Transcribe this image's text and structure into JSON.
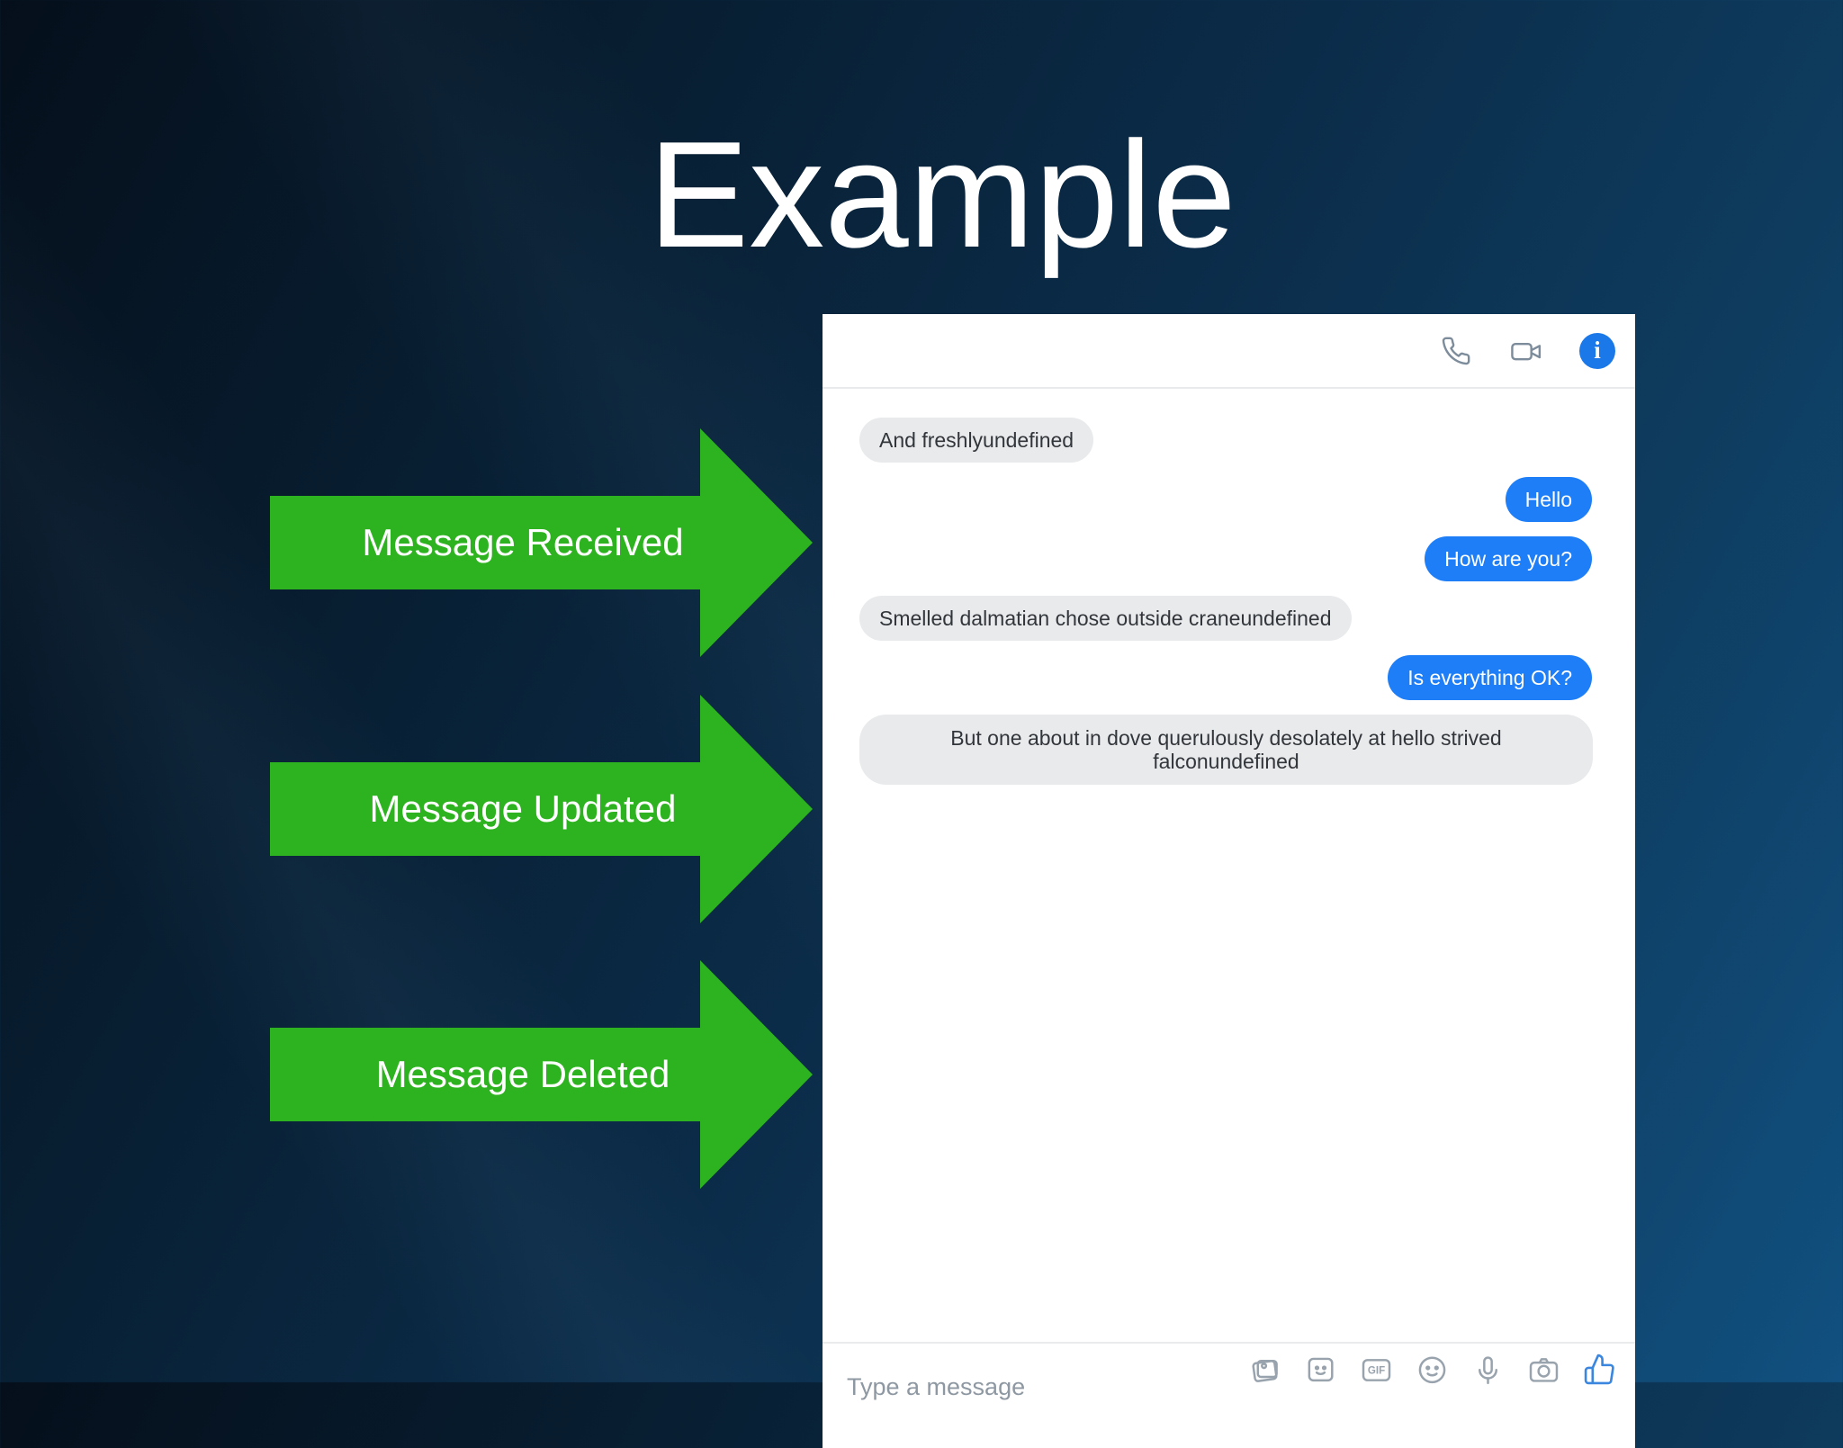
{
  "slide": {
    "title": "Example"
  },
  "arrows": [
    {
      "label": "Message Received"
    },
    {
      "label": "Message Updated"
    },
    {
      "label": "Message Deleted"
    }
  ],
  "chat": {
    "header": {
      "icons": [
        "phone",
        "video-call",
        "info"
      ],
      "info_glyph": "i"
    },
    "messages": [
      {
        "direction": "incoming",
        "text": "And freshlyundefined"
      },
      {
        "direction": "outgoing",
        "text": "Hello"
      },
      {
        "direction": "outgoing",
        "text": "How are you?"
      },
      {
        "direction": "incoming",
        "text": "Smelled dalmatian chose outside craneundefined"
      },
      {
        "direction": "outgoing",
        "text": "Is everything OK?"
      },
      {
        "direction": "incoming",
        "text": "But one about in dove querulously desolately at hello strived falconundefined"
      }
    ],
    "composer": {
      "placeholder": "Type a message",
      "gif_label": "GIF",
      "icons": [
        "photos",
        "sticker",
        "gif",
        "emoji",
        "microphone",
        "camera",
        "thumbs-up"
      ]
    }
  },
  "colors": {
    "arrow_green": "#2db31f",
    "bubble_blue": "#1d7ef7",
    "bubble_gray": "#e9eaec",
    "info_blue": "#1a78e8",
    "background_navy": "#0b2c49"
  }
}
